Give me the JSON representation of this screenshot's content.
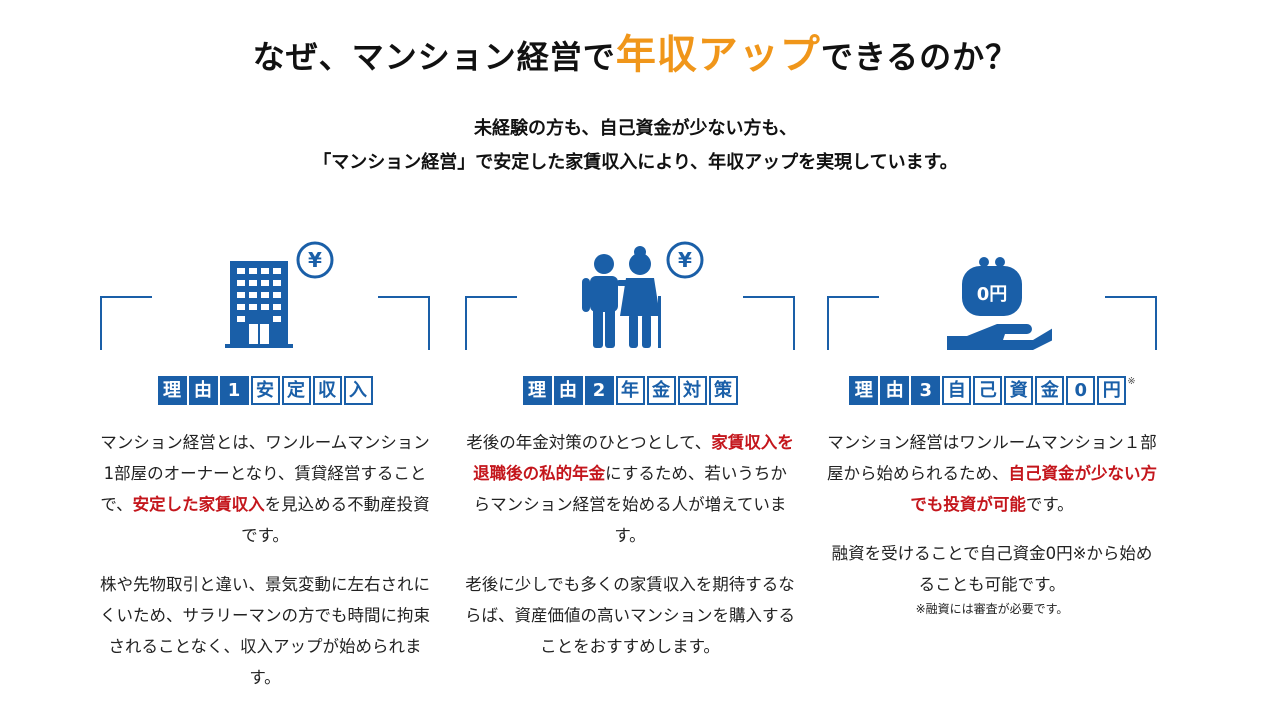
{
  "headline": {
    "before": "なぜ、マンション経営で",
    "highlight": "年収アップ",
    "after": "できるのか？"
  },
  "lead": {
    "line1": "未経験の方も、自己資金が少ない方も、",
    "line2": "「マンション経営」で安定した家賃収入により、年収アップを実現しています。"
  },
  "colors": {
    "accent": "#1a5fa8",
    "highlight": "#f0961a",
    "emphasis": "#c4161c"
  },
  "reasons": [
    {
      "icon": "building-yen-icon",
      "label_chars": [
        "理",
        "由",
        "1",
        "安",
        "定",
        "収",
        "入"
      ],
      "p1": {
        "a": "マンション経営とは、ワンルームマンション1部屋のオーナーとなり、賃貸経営することで、",
        "red": "安定した家賃収入",
        "b": "を見込める不動産投資です。"
      },
      "p2": "株や先物取引と違い、景気変動に左右されにくいため、サラリーマンの方でも時間に拘束されることなく、収入アップが始められます。"
    },
    {
      "icon": "elderly-couple-yen-icon",
      "label_chars": [
        "理",
        "由",
        "2",
        "年",
        "金",
        "対",
        "策"
      ],
      "p1": {
        "a": "老後の年金対策のひとつとして、",
        "red": "家賃収入を退職後の私的年金",
        "b": "にするため、若いうちからマンション経営を始める人が増えています。"
      },
      "p2": "老後に少しでも多くの家賃収入を期待するならば、資産価値の高いマンションを購入することをおすすめします。"
    },
    {
      "icon": "purse-hand-zero-yen-icon",
      "label_chars": [
        "理",
        "由",
        "3",
        "自",
        "己",
        "資",
        "金",
        "0",
        "円"
      ],
      "note_mark": "※",
      "coin_text": "0円",
      "p1": {
        "a": "マンション経営はワンルームマンション１部屋から始められるため、",
        "red": "自己資金が少ない方でも投資が可能",
        "b": "です。"
      },
      "p2": "融資を受けることで自己資金0円※から始めることも可能です。",
      "footnote": "※融資には審査が必要です。"
    }
  ]
}
